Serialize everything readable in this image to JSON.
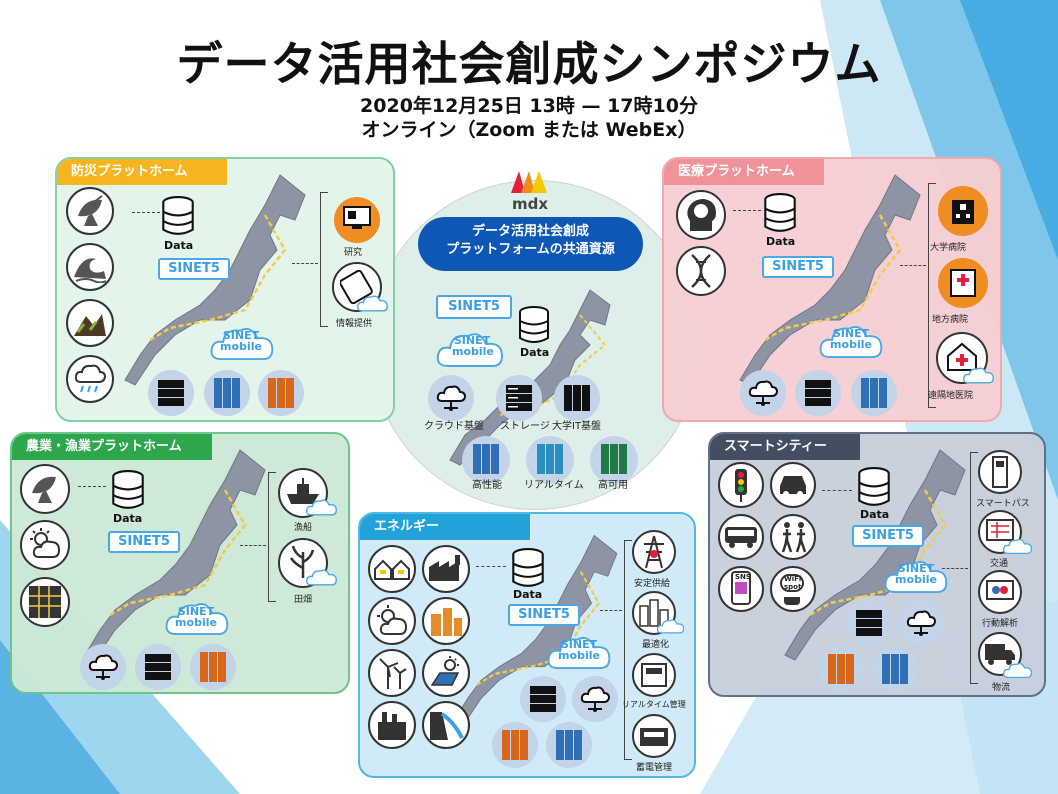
{
  "title": "データ活用社会創成シンポジウム",
  "subtitle_date": "2020年12月25日 13時 — 17時10分",
  "subtitle_online": "オンライン（Zoom または WebEx）",
  "center": {
    "brand": "mdx",
    "pill_line1": "データ活用社会創成",
    "pill_line2": "プラットフォームの共通資源",
    "sinet": "SINET5",
    "mobile_line1": "SINET",
    "mobile_line2": "mobile",
    "data": "Data",
    "labels": [
      "クラウド基盤",
      "ストレージ",
      "大学IT基盤",
      "高性能",
      "リアルタイム",
      "高可用"
    ]
  },
  "panels": {
    "disaster": {
      "title": "防災プラットホーム",
      "data": "Data",
      "sinet": "SINET5",
      "mobile_line1": "SINET",
      "mobile_line2": "mobile",
      "right_labels": [
        "研究",
        "情報提供"
      ]
    },
    "medical": {
      "title": "医療プラットホーム",
      "data": "Data",
      "sinet": "SINET5",
      "mobile_line1": "SINET",
      "mobile_line2": "mobile",
      "right_labels": [
        "大学病院",
        "地方病院",
        "遠隔地医院"
      ]
    },
    "agri": {
      "title": "農業・漁業プラットホーム",
      "data": "Data",
      "sinet": "SINET5",
      "mobile_line1": "SINET",
      "mobile_line2": "mobile",
      "right_labels": [
        "漁船",
        "田畑"
      ]
    },
    "energy": {
      "title": "エネルギー",
      "data": "Data",
      "sinet": "SINET5",
      "mobile_line1": "SINET",
      "mobile_line2": "mobile",
      "right_labels": [
        "安定供給",
        "最適化",
        "リアルタイム管理",
        "蓄電管理"
      ]
    },
    "smart": {
      "title": "スマートシティー",
      "data": "Data",
      "sinet": "SINET5",
      "mobile_line1": "SINET",
      "mobile_line2": "mobile",
      "right_labels": [
        "スマートパス",
        "交通",
        "行動解析",
        "物流"
      ],
      "icon_texts": [
        "SNS",
        "WiFi",
        "spot"
      ]
    }
  },
  "colors": {
    "disaster": "#f6b21a",
    "medical": "#f08f96",
    "agri": "#27a547",
    "energy": "#1aa0d8",
    "smart": "#3d4a5c",
    "orange": "#ef8c22",
    "blue_server": "#2e6fb5",
    "orange_server": "#d8661b",
    "green_server": "#1f7a45"
  }
}
